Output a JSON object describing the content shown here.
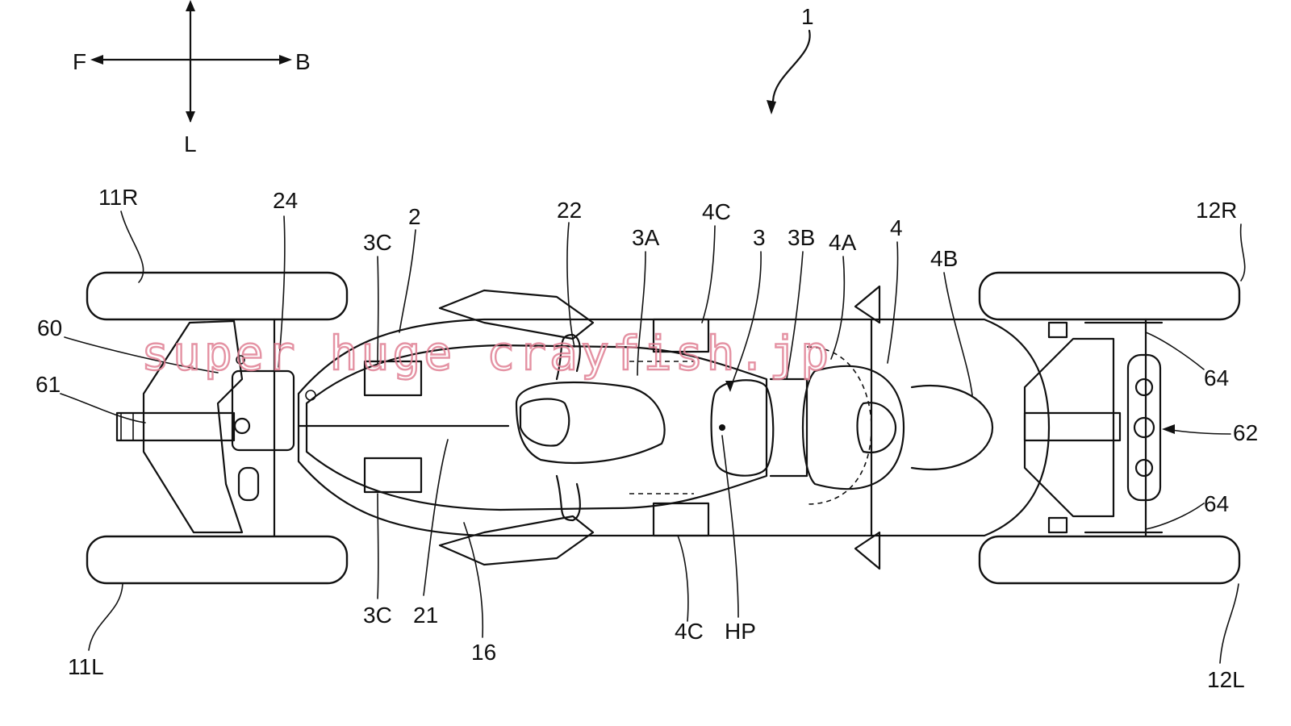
{
  "figure": {
    "reference_numeral": "1",
    "direction_labels": {
      "front": "F",
      "back": "B",
      "left": "L"
    },
    "labels": {
      "l11R": "11R",
      "l24": "24",
      "l2": "2",
      "l3C_top": "3C",
      "l22": "22",
      "l3A": "3A",
      "l4C_top": "4C",
      "l3": "3",
      "l3B": "3B",
      "l4A": "4A",
      "l4": "4",
      "l4B": "4B",
      "l12R": "12R",
      "l60": "60",
      "l61": "61",
      "l64_top": "64",
      "l62": "62",
      "l64_bottom": "64",
      "l3C_bottom": "3C",
      "l21": "21",
      "l16": "16",
      "l4C_bottom": "4C",
      "lHP": "HP",
      "l11L": "11L",
      "l12L": "12L"
    }
  },
  "watermark": {
    "text": "super huge crayfish.jp",
    "color": "#e07f93"
  }
}
